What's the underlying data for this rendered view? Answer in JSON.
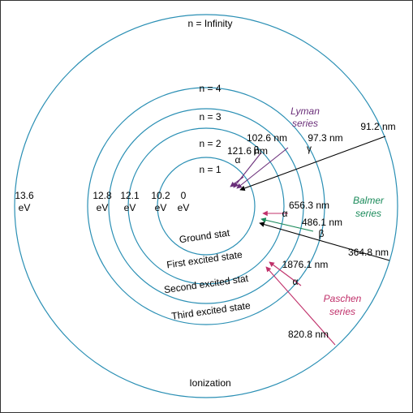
{
  "levels": [
    {
      "n_label": "n = 1",
      "energy_value": "0",
      "energy_unit": "eV",
      "state": "Ground stat"
    },
    {
      "n_label": "n = 2",
      "energy_value": "10.2",
      "energy_unit": "eV",
      "state": "First excited state"
    },
    {
      "n_label": "n = 3",
      "energy_value": "12.1",
      "energy_unit": "eV",
      "state": "Second excited stat"
    },
    {
      "n_label": "n = 4",
      "energy_value": "12.8",
      "energy_unit": "eV",
      "state": "Third excited state"
    },
    {
      "n_label": "n = Infinity",
      "energy_value": "13.6",
      "energy_unit": "eV",
      "state": "Ionization"
    }
  ],
  "series": {
    "lyman": {
      "name_line1": "Lyman",
      "name_line2": "series",
      "color": "#6b2f7a",
      "wavelengths": [
        "121.6 nm",
        "102.6 nm",
        "97.3 nm",
        "91.2 nm"
      ],
      "greek": [
        "α",
        "β",
        "γ"
      ]
    },
    "balmer": {
      "name_line1": "Balmer",
      "name_line2": "series",
      "color": "#1a8a5a",
      "wavelengths": [
        "656.3 nm",
        "486.1 nm",
        "364.8 nm"
      ],
      "greek": [
        "α",
        "β"
      ]
    },
    "paschen": {
      "name_line1": "Paschen",
      "name_line2": "series",
      "color": "#c0306a",
      "wavelengths": [
        "1876.1 nm",
        "820.8 nm"
      ],
      "greek": [
        "α"
      ]
    }
  },
  "colors": {
    "orbit": "#2a8fb4",
    "lyman_line": "#6b2f7a",
    "balmer_line": "#1a8a5a",
    "paschen_line": "#c0306a",
    "black_line": "#000000"
  }
}
